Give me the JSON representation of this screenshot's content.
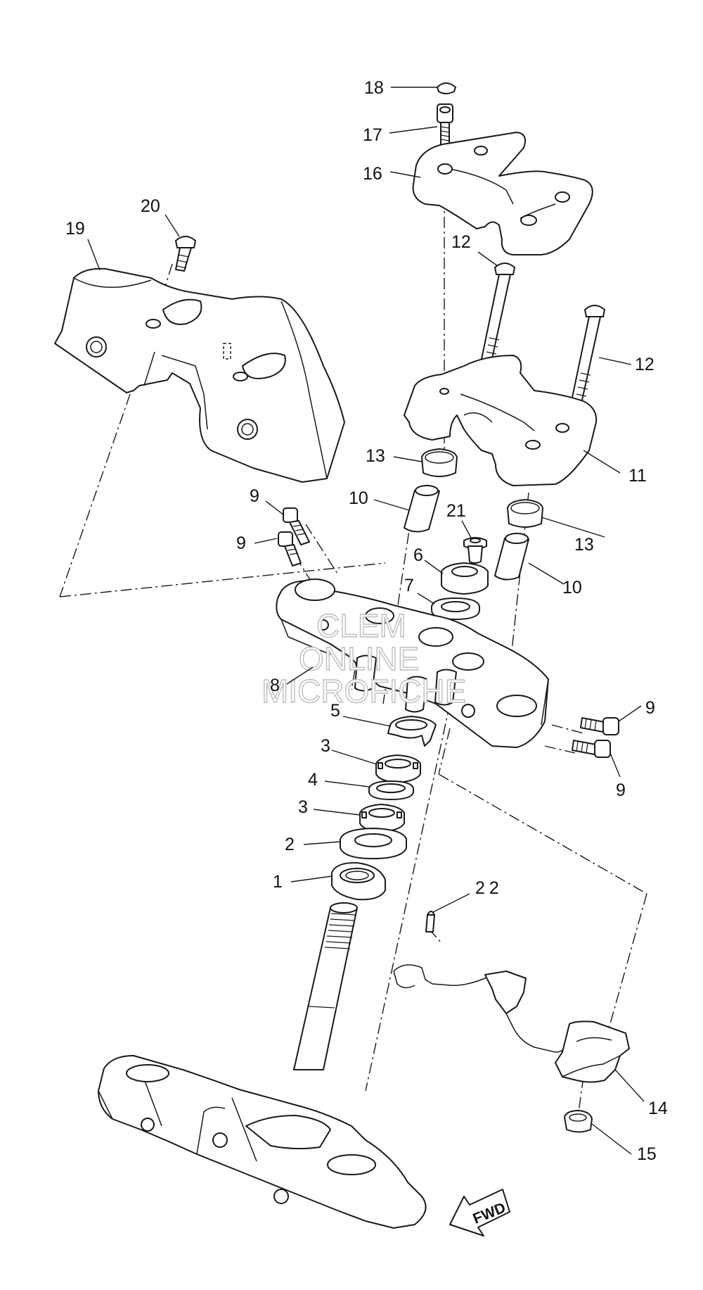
{
  "watermark": {
    "line1": "CLEM",
    "line2": "ONLINE",
    "line3": "MICROFICHE"
  },
  "direction_label": "FWD",
  "callouts": [
    {
      "id": "c1",
      "text": "1"
    },
    {
      "id": "c2",
      "text": "2"
    },
    {
      "id": "c3a",
      "text": "3"
    },
    {
      "id": "c3b",
      "text": "3"
    },
    {
      "id": "c4",
      "text": "4"
    },
    {
      "id": "c5",
      "text": "5"
    },
    {
      "id": "c6",
      "text": "6"
    },
    {
      "id": "c7",
      "text": "7"
    },
    {
      "id": "c8",
      "text": "8"
    },
    {
      "id": "c9a",
      "text": "9"
    },
    {
      "id": "c9b",
      "text": "9"
    },
    {
      "id": "c9c",
      "text": "9"
    },
    {
      "id": "c9d",
      "text": "9"
    },
    {
      "id": "c10a",
      "text": "10"
    },
    {
      "id": "c10b",
      "text": "10"
    },
    {
      "id": "c11",
      "text": "11"
    },
    {
      "id": "c12a",
      "text": "12"
    },
    {
      "id": "c12b",
      "text": "12"
    },
    {
      "id": "c13a",
      "text": "13"
    },
    {
      "id": "c13b",
      "text": "13"
    },
    {
      "id": "c14",
      "text": "14"
    },
    {
      "id": "c15",
      "text": "15"
    },
    {
      "id": "c16",
      "text": "16"
    },
    {
      "id": "c17",
      "text": "17"
    },
    {
      "id": "c18",
      "text": "18"
    },
    {
      "id": "c19",
      "text": "19"
    },
    {
      "id": "c20",
      "text": "20"
    },
    {
      "id": "c21",
      "text": "21"
    },
    {
      "id": "c22",
      "text": "22"
    }
  ]
}
